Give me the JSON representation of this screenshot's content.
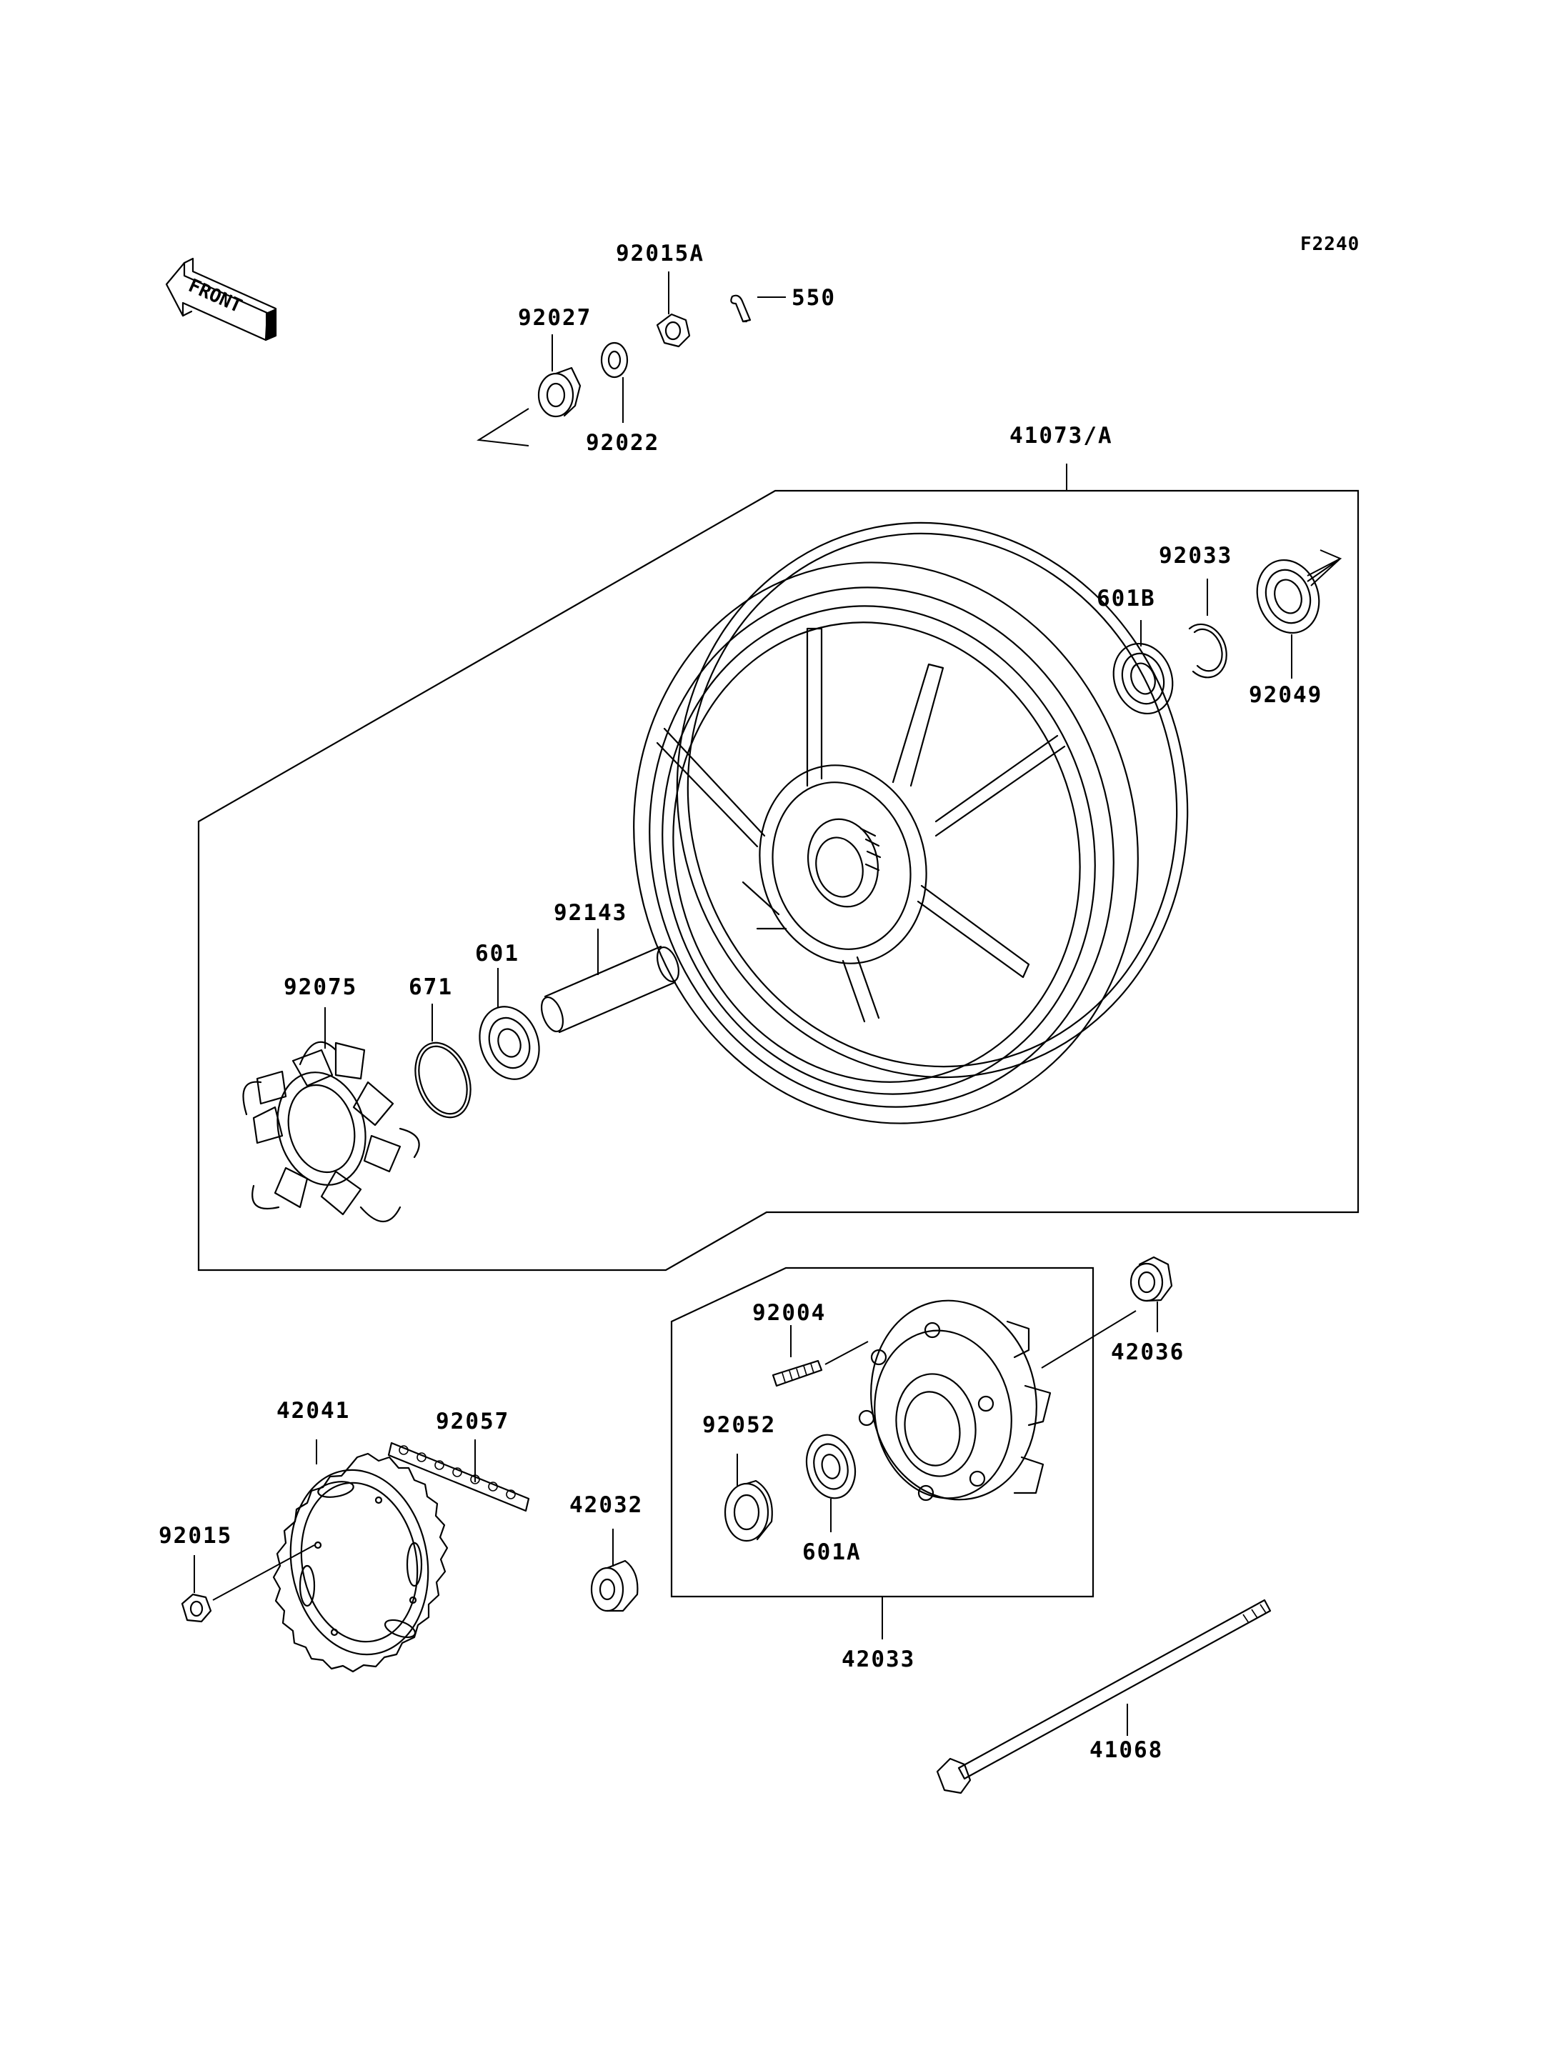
{
  "figure_code": "F2240",
  "front_arrow": {
    "text": "FRONT",
    "icon": "front-direction-arrow-icon"
  },
  "labels": {
    "p92015A": "92015A",
    "p550": "550",
    "p92027": "92027",
    "p92022": "92022",
    "p41073A": "41073/A",
    "p92033": "92033",
    "p601B": "601B",
    "p92049": "92049",
    "p92143": "92143",
    "p601": "601",
    "p671": "671",
    "p92075": "92075",
    "p92004": "92004",
    "p42036": "42036",
    "p92052": "92052",
    "p601A": "601A",
    "p42033": "42033",
    "p42041": "42041",
    "p92057": "92057",
    "p42032": "42032",
    "p92015": "92015",
    "p41068": "41068"
  }
}
